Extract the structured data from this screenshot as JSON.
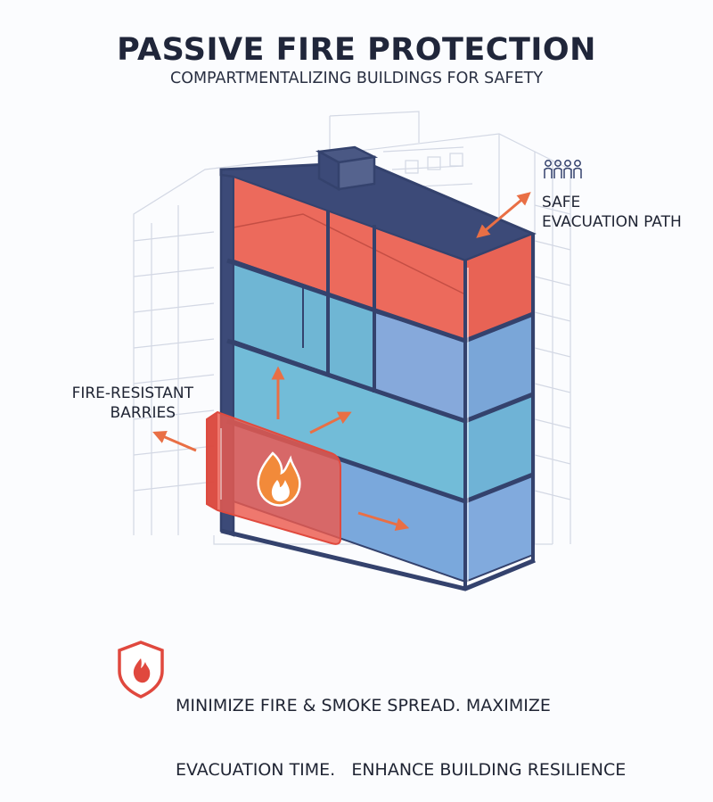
{
  "header": {
    "title": "PASSIVE FIRE PROTECTION",
    "subtitle": "COMPARTMENTALIZING BUILDINGS FOR SAFETY"
  },
  "callouts": {
    "evacuation": {
      "line1": "SAFE",
      "line2": "EVACUATION PATH",
      "icon": "people-group-icon"
    },
    "barriers": {
      "line1": "FIRE-RESISTANT",
      "line2": "BARRIES"
    }
  },
  "footer": {
    "line1": "MINIMIZE FIRE & SMOKE SPREAD. MAXIMIZE",
    "line2": "EVACUATION TIME.   ENHANCE BUILDING RESILIENCE",
    "icon": "fire-shield-icon"
  },
  "colors": {
    "outline": "#34426d",
    "fire_compartment": "#ec6a5c",
    "safe_compartment": "#6aa7d2",
    "arrow": "#e96f45",
    "background_building": "#d7dbe6"
  }
}
